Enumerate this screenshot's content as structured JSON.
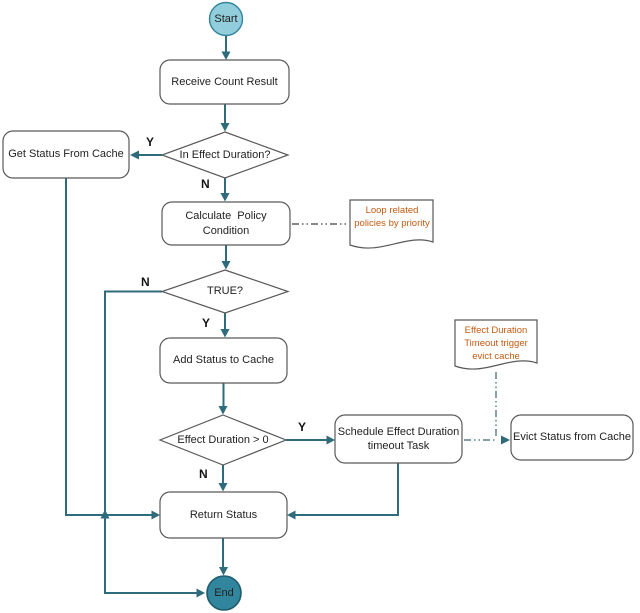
{
  "colors": {
    "connector": "#2E6B7C",
    "node_border": "#595959",
    "node_fill": "#ffffff",
    "start_fill": "#92CDDC",
    "start_border": "#31849B",
    "end_fill": "#31859C",
    "end_border": "#1E5B6C",
    "note_text": "#C55A11"
  },
  "nodes": {
    "start": {
      "label": "Start"
    },
    "receive_count": {
      "label": "Receive Count Result"
    },
    "in_effect_duration": {
      "label": "In Effect Duration?"
    },
    "get_status_from_cache": {
      "label": "Get Status From Cache"
    },
    "calculate_policy": {
      "label": "Calculate  Policy\nCondition"
    },
    "true_check": {
      "label": "TRUE?"
    },
    "add_status_to_cache": {
      "label": "Add Status to Cache"
    },
    "effect_duration_gt_zero": {
      "label": "Effect Duration > 0"
    },
    "schedule_timeout": {
      "label": "Schedule Effect Duration\ntimeout Task"
    },
    "evict_status": {
      "label": "Evict Status from Cache"
    },
    "return_status": {
      "label": "Return Status"
    },
    "end": {
      "label": "End"
    }
  },
  "notes": {
    "loop_policies": {
      "label": "Loop related\npolicies by priority"
    },
    "effect_timeout": {
      "label": "Effect Duration\nTimeout trigger\nevict cache"
    }
  },
  "edge_labels": {
    "in_effect_yes": "Y",
    "in_effect_no": "N",
    "true_no": "N",
    "true_yes": "Y",
    "effect_yes": "Y",
    "effect_no": "N"
  }
}
